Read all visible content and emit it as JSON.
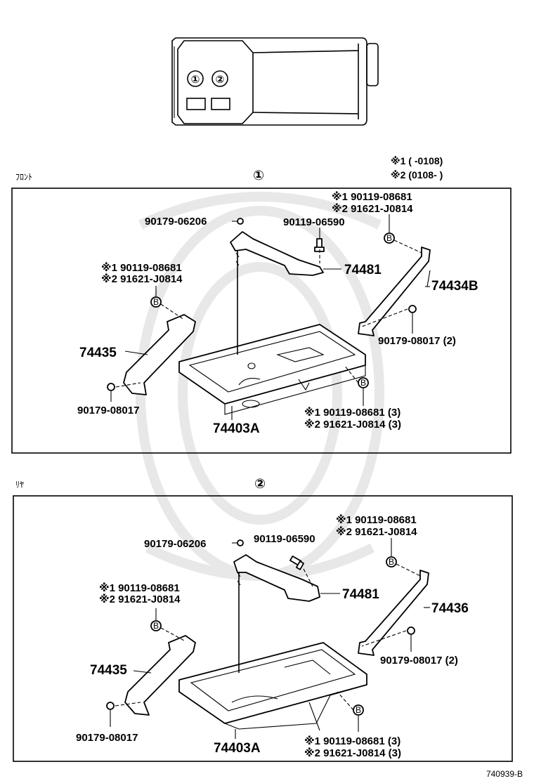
{
  "car_diagram": {
    "marker1": "①",
    "marker2": "②"
  },
  "header_notes": {
    "note1": "※1 (      -0108)",
    "note2": "※2 (0108-        )"
  },
  "section1": {
    "side_label": "ﾌﾛﾝﾄ",
    "marker": "①",
    "labels": {
      "nut_top": "90179-06206",
      "bolt_top": "90119-06590",
      "right_note1": "※1 90119-08681",
      "right_note2": "※2 91621-J0814",
      "left_note1": "※1 90119-08681",
      "left_note2": "※2 91621-J0814",
      "clamp": "74481",
      "right_bracket": "74434B",
      "left_bracket": "74435",
      "right_nut": "90179-08017 (2)",
      "left_nut": "90179-08017",
      "tray": "74403A",
      "bottom_note1": "※1 90119-08681 (3)",
      "bottom_note2": "※2 91621-J0814 (3)",
      "ref_b": "B"
    }
  },
  "section2": {
    "side_label": "ﾘﾔ",
    "marker": "②",
    "labels": {
      "nut_top": "90179-06206",
      "bolt_top": "90119-06590",
      "right_note1": "※1 90119-08681",
      "right_note2": "※2 91621-J0814",
      "left_note1": "※1 90119-08681",
      "left_note2": "※2 91621-J0814",
      "clamp": "74481",
      "right_bracket": "74436",
      "left_bracket": "74435",
      "right_nut": "90179-08017 (2)",
      "left_nut": "90179-08017",
      "tray": "74403A",
      "bottom_note1": "※1 90119-08681 (3)",
      "bottom_note2": "※2 91621-J0814 (3)",
      "ref_b": "B"
    }
  },
  "footer": {
    "diagram_id": "740939-B"
  }
}
